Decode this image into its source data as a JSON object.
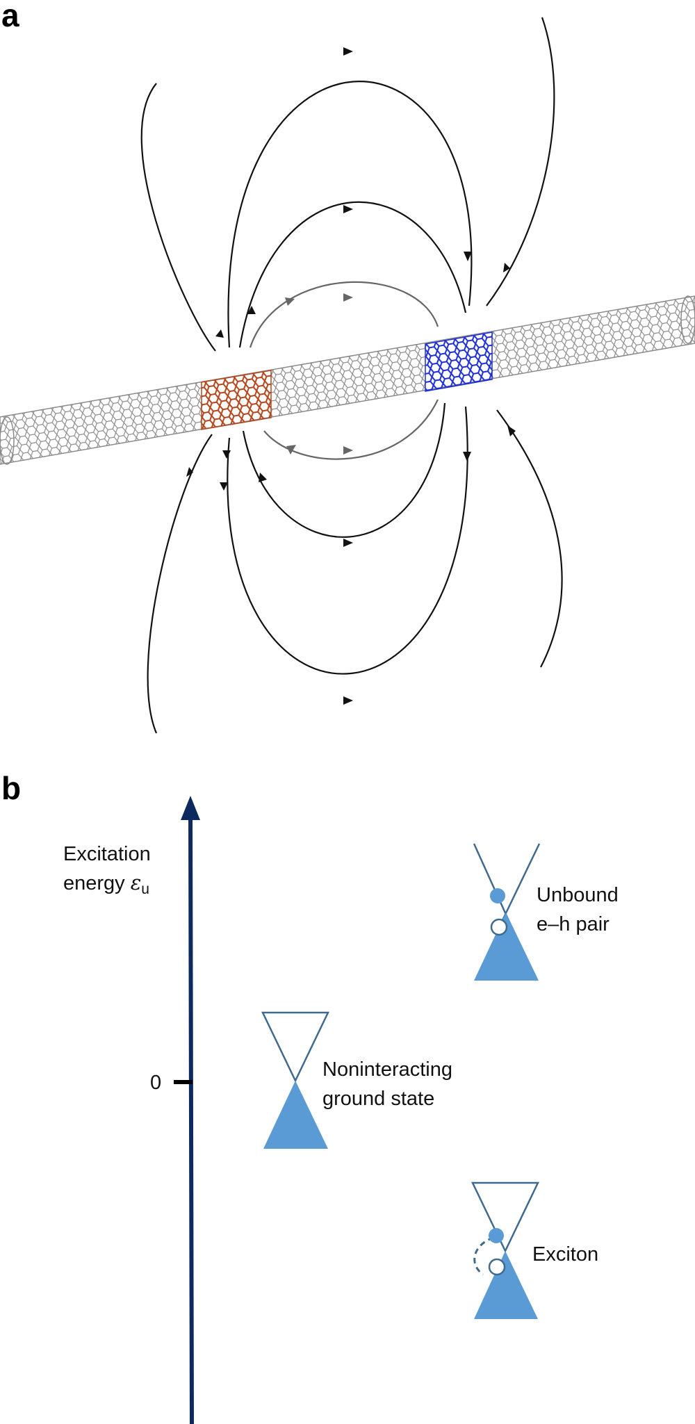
{
  "panels": {
    "a": {
      "label": "a"
    },
    "b": {
      "label": "b"
    }
  },
  "axis": {
    "title_line1": "Excitation",
    "title_line2": "energy",
    "symbol": "ε",
    "subscript": "u",
    "zero_tick": "0"
  },
  "states": {
    "unbound": {
      "line1": "Unbound",
      "line2": "e–h pair"
    },
    "ground": {
      "line1": "Noninteracting",
      "line2": "ground state"
    },
    "exciton": {
      "line1": "Exciton"
    }
  },
  "colors": {
    "cone_fill": "#5b9bd5",
    "cone_outline": "#3f6a8f",
    "axis": "#0d2a5e",
    "positive_ring": "#b5451b",
    "negative_ring": "#1f2fd6",
    "tube": "#8d8d8d",
    "field_line": "#111111"
  }
}
